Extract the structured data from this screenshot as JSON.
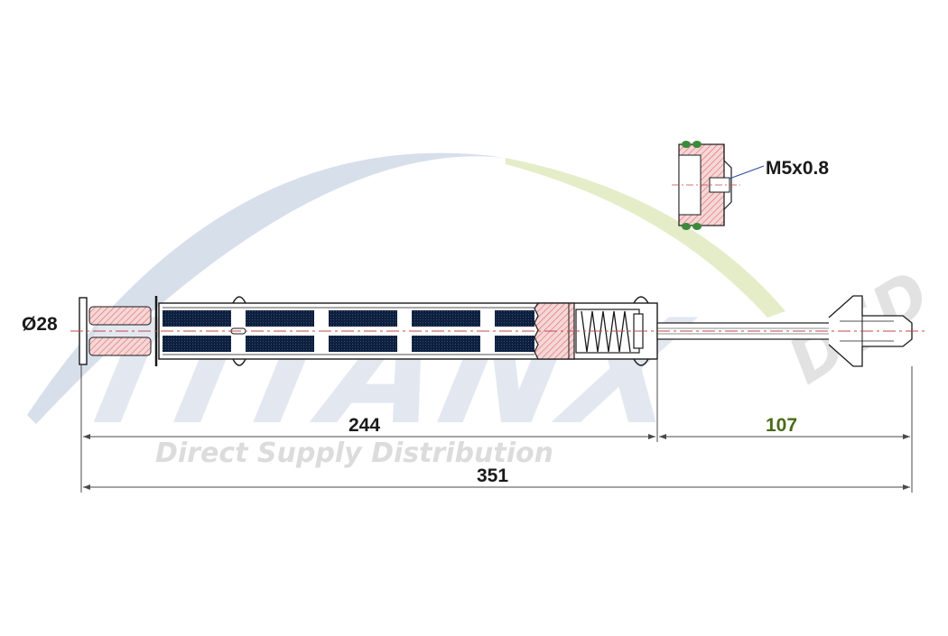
{
  "watermark": {
    "brand": "TITANX",
    "sub_brand": "DSD",
    "tagline": "Direct Supply Distribution",
    "colors": {
      "blue": "#c9d3e3",
      "green": "#e2ecc3",
      "grey": "#dedede"
    }
  },
  "drawing": {
    "thread_label": "M5x0.8",
    "diameter_label": "Ø28",
    "dim_body": "244",
    "dim_probe": "107",
    "dim_total": "351",
    "colors": {
      "hatch": "#e89a9a",
      "mesh": "#0d1f3e",
      "oring": "#3c8a3c",
      "dim_probe_text": "#4a6a1a"
    }
  }
}
